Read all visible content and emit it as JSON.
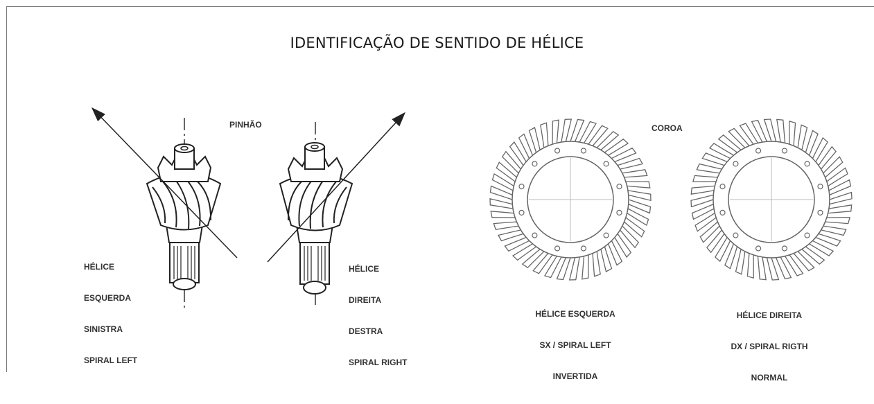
{
  "title": "IDENTIFICAÇÃO DE SENTIDO DE HÉLICE",
  "pinion": {
    "heading": "PINHÃO",
    "left_label": [
      "HÉLICE",
      "ESQUERDA",
      "SINISTRA",
      "SPIRAL LEFT"
    ],
    "right_label": [
      "HÉLICE",
      "DIREITA",
      "DESTRA",
      "SPIRAL RIGHT"
    ]
  },
  "crown": {
    "heading": "COROA",
    "left_label": [
      "HÉLICE ESQUERDA",
      "SX / SPIRAL LEFT",
      "INVERTIDA"
    ],
    "right_label": [
      "HÉLICE DIREITA",
      "DX / SPIRAL RIGTH",
      "NORMAL"
    ]
  }
}
